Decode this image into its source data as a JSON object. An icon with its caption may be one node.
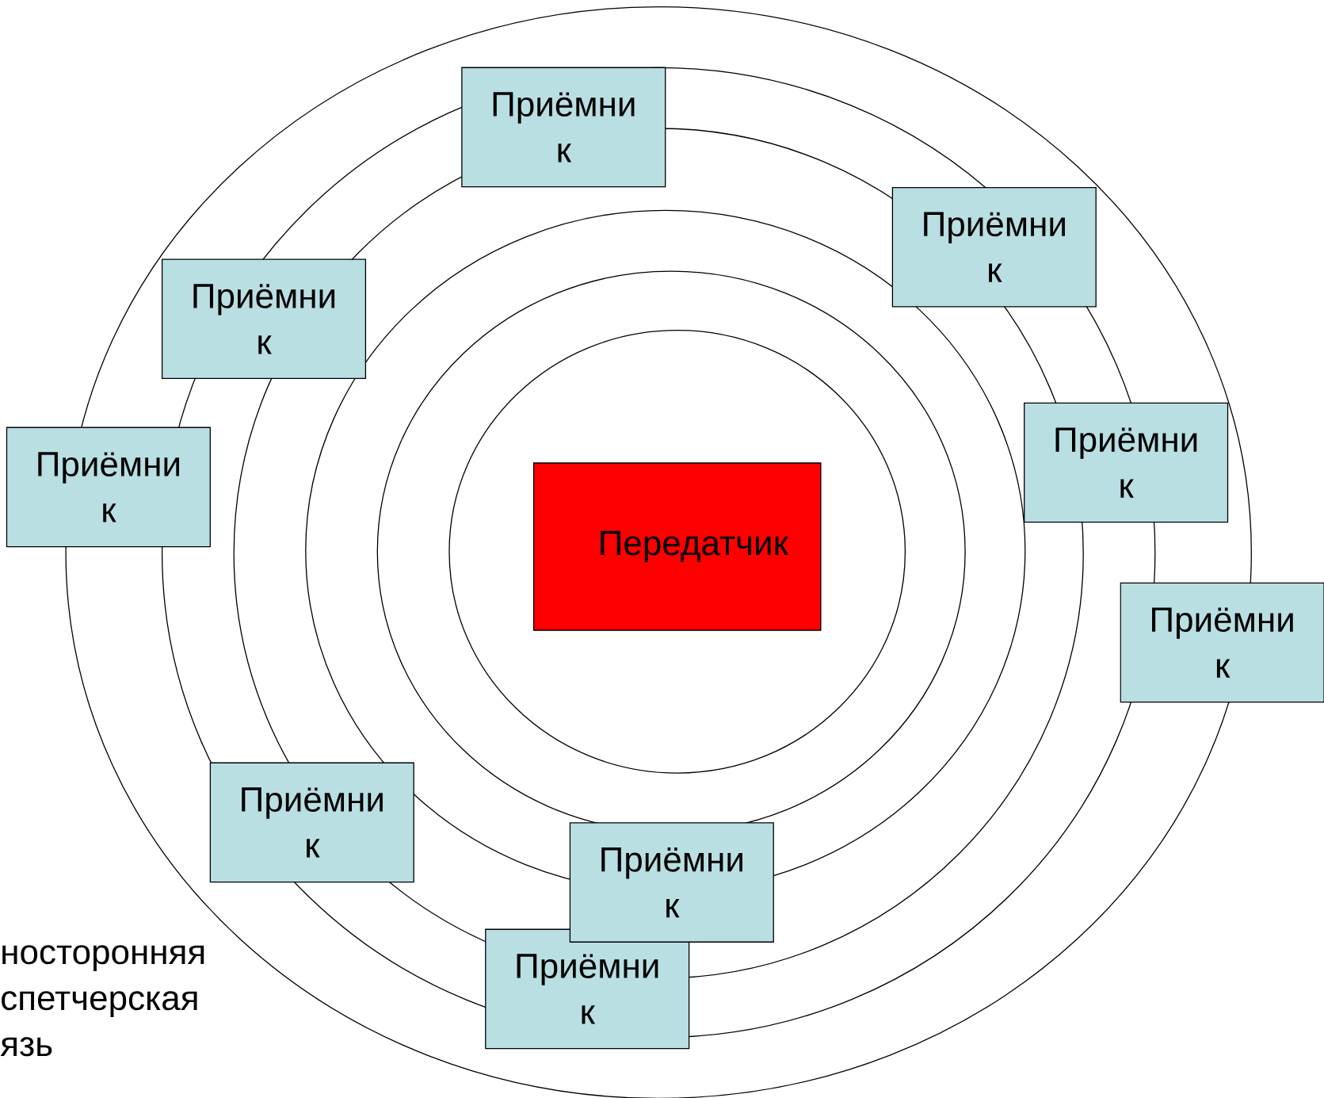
{
  "diagram": {
    "nodes": [
      {
        "text": [
          "Приёмни к"
        ]
      },
      {
        "text": [
          "Приёмни к"
        ]
      },
      {
        "text": [
          "Приёмни к"
        ]
      },
      {
        "text": [
          "Приёмни к"
        ]
      },
      {
        "text": [
          "Приёмни к"
        ]
      },
      {
        "text": [
          "Передатчик"
        ]
      },
      {
        "text": [
          "Приёмни к"
        ]
      },
      {
        "text": [
          "Приёмни к"
        ]
      },
      {
        "text": [
          "Приёмни к"
        ]
      },
      {
        "text": [
          "Приёмни к"
        ]
      }
    ],
    "labels": [
      "носторонняя спетчерская язь"
    ]
  }
}
